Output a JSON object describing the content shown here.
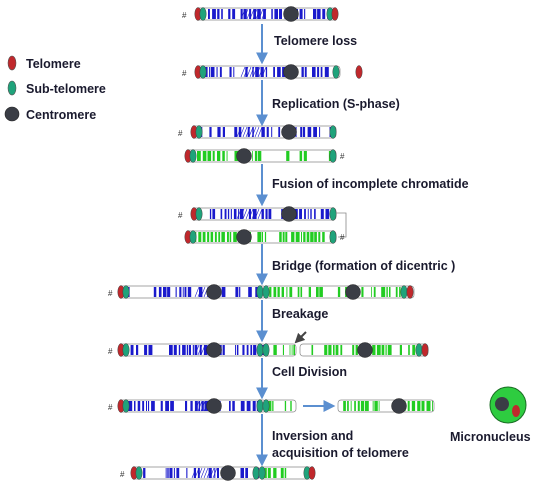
{
  "legend": {
    "telomere": "Telomere",
    "subtelomere": "Sub-telomere",
    "centromere": "Centromere"
  },
  "steps": {
    "s1": "Telomere loss",
    "s2": "Replication (S-phase)",
    "s3": "Fusion of incomplete chromatide",
    "s4": "Bridge (formation of dicentric )",
    "s5": "Breakage",
    "s6": "Cell Division",
    "s7_line1": "Inversion and",
    "s7_line2": "acquisition of telomere"
  },
  "micronucleus_label": "Micronucleus",
  "hash_mark": "#",
  "colors": {
    "telomere": "#c0282c",
    "subtelomere": "#1fa37b",
    "centromere": "#3a3d45",
    "blue_band": "#1a1acc",
    "green_band": "#22cc22",
    "arrow": "#5b8fd0",
    "nucleus": "#2ecc40"
  }
}
